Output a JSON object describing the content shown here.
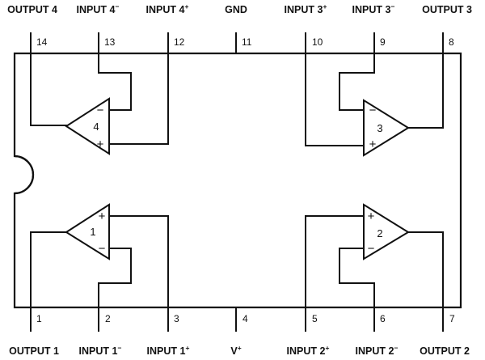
{
  "pins": [
    {
      "num": "1",
      "name": "OUTPUT 1",
      "sup": ""
    },
    {
      "num": "2",
      "name": "INPUT 1",
      "sup": "−"
    },
    {
      "num": "3",
      "name": "INPUT 1",
      "sup": "+"
    },
    {
      "num": "4",
      "name": "V",
      "sup": "+"
    },
    {
      "num": "5",
      "name": "INPUT 2",
      "sup": "+"
    },
    {
      "num": "6",
      "name": "INPUT 2",
      "sup": "−"
    },
    {
      "num": "7",
      "name": "OUTPUT 2",
      "sup": ""
    },
    {
      "num": "8",
      "name": "OUTPUT 3",
      "sup": ""
    },
    {
      "num": "9",
      "name": "INPUT 3",
      "sup": "−"
    },
    {
      "num": "10",
      "name": "INPUT 3",
      "sup": "+"
    },
    {
      "num": "11",
      "name": "GND",
      "sup": ""
    },
    {
      "num": "12",
      "name": "INPUT 4",
      "sup": "+"
    },
    {
      "num": "13",
      "name": "INPUT 4",
      "sup": "−"
    },
    {
      "num": "14",
      "name": "OUTPUT 4",
      "sup": ""
    }
  ],
  "amplifiers": [
    {
      "num": "1",
      "top_sign": "+",
      "bottom_sign": "−"
    },
    {
      "num": "2",
      "top_sign": "+",
      "bottom_sign": "−"
    },
    {
      "num": "3",
      "top_sign": "−",
      "bottom_sign": "+"
    },
    {
      "num": "4",
      "top_sign": "−",
      "bottom_sign": "+"
    }
  ]
}
